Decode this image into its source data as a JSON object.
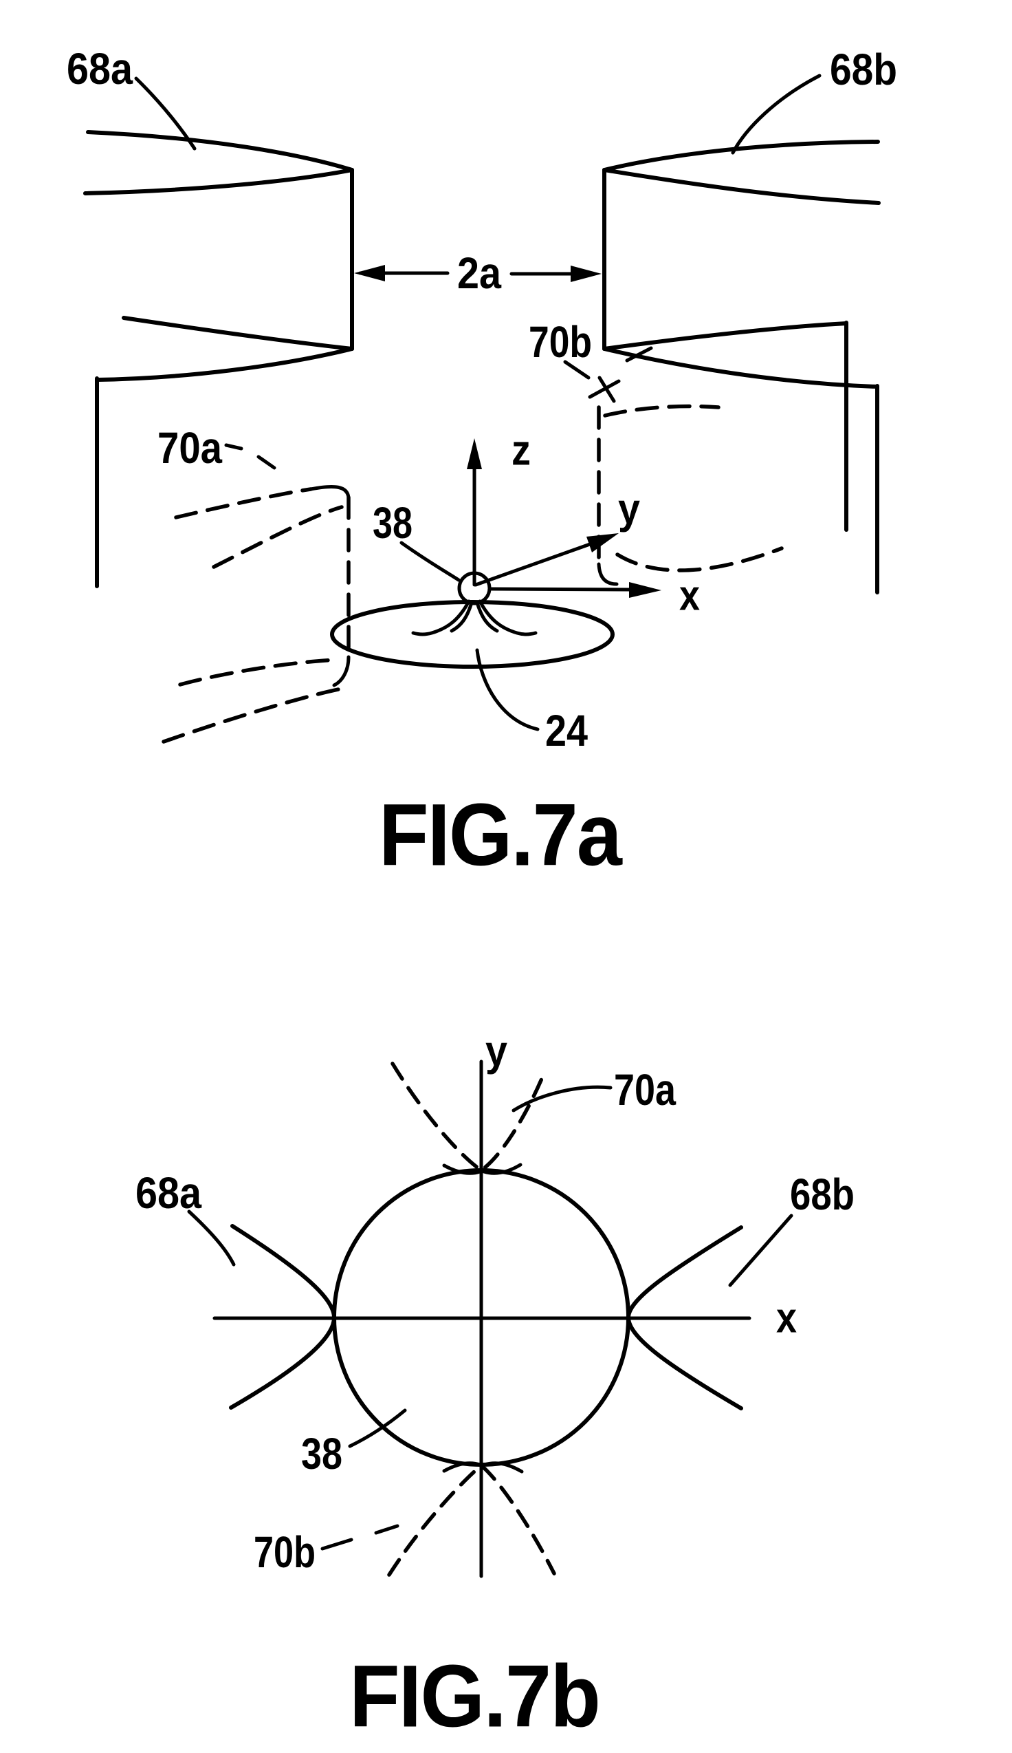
{
  "document": {
    "type": "patent-line-drawing",
    "colors": {
      "ink": "#000000",
      "paper": "#ffffff"
    }
  },
  "fig7a": {
    "caption": "FIG.7a",
    "ref_68a": "68a",
    "ref_68b": "68b",
    "dim_2a": "2a",
    "ref_70a": "70a",
    "ref_70b": "70b",
    "ref_38": "38",
    "ref_24": "24",
    "axis_x": "x",
    "axis_y": "y",
    "axis_z": "z"
  },
  "fig7b": {
    "caption": "FIG.7b",
    "ref_68a": "68a",
    "ref_68b": "68b",
    "ref_70a": "70a",
    "ref_70b": "70b",
    "ref_38": "38",
    "axis_x": "x",
    "axis_y": "y"
  }
}
